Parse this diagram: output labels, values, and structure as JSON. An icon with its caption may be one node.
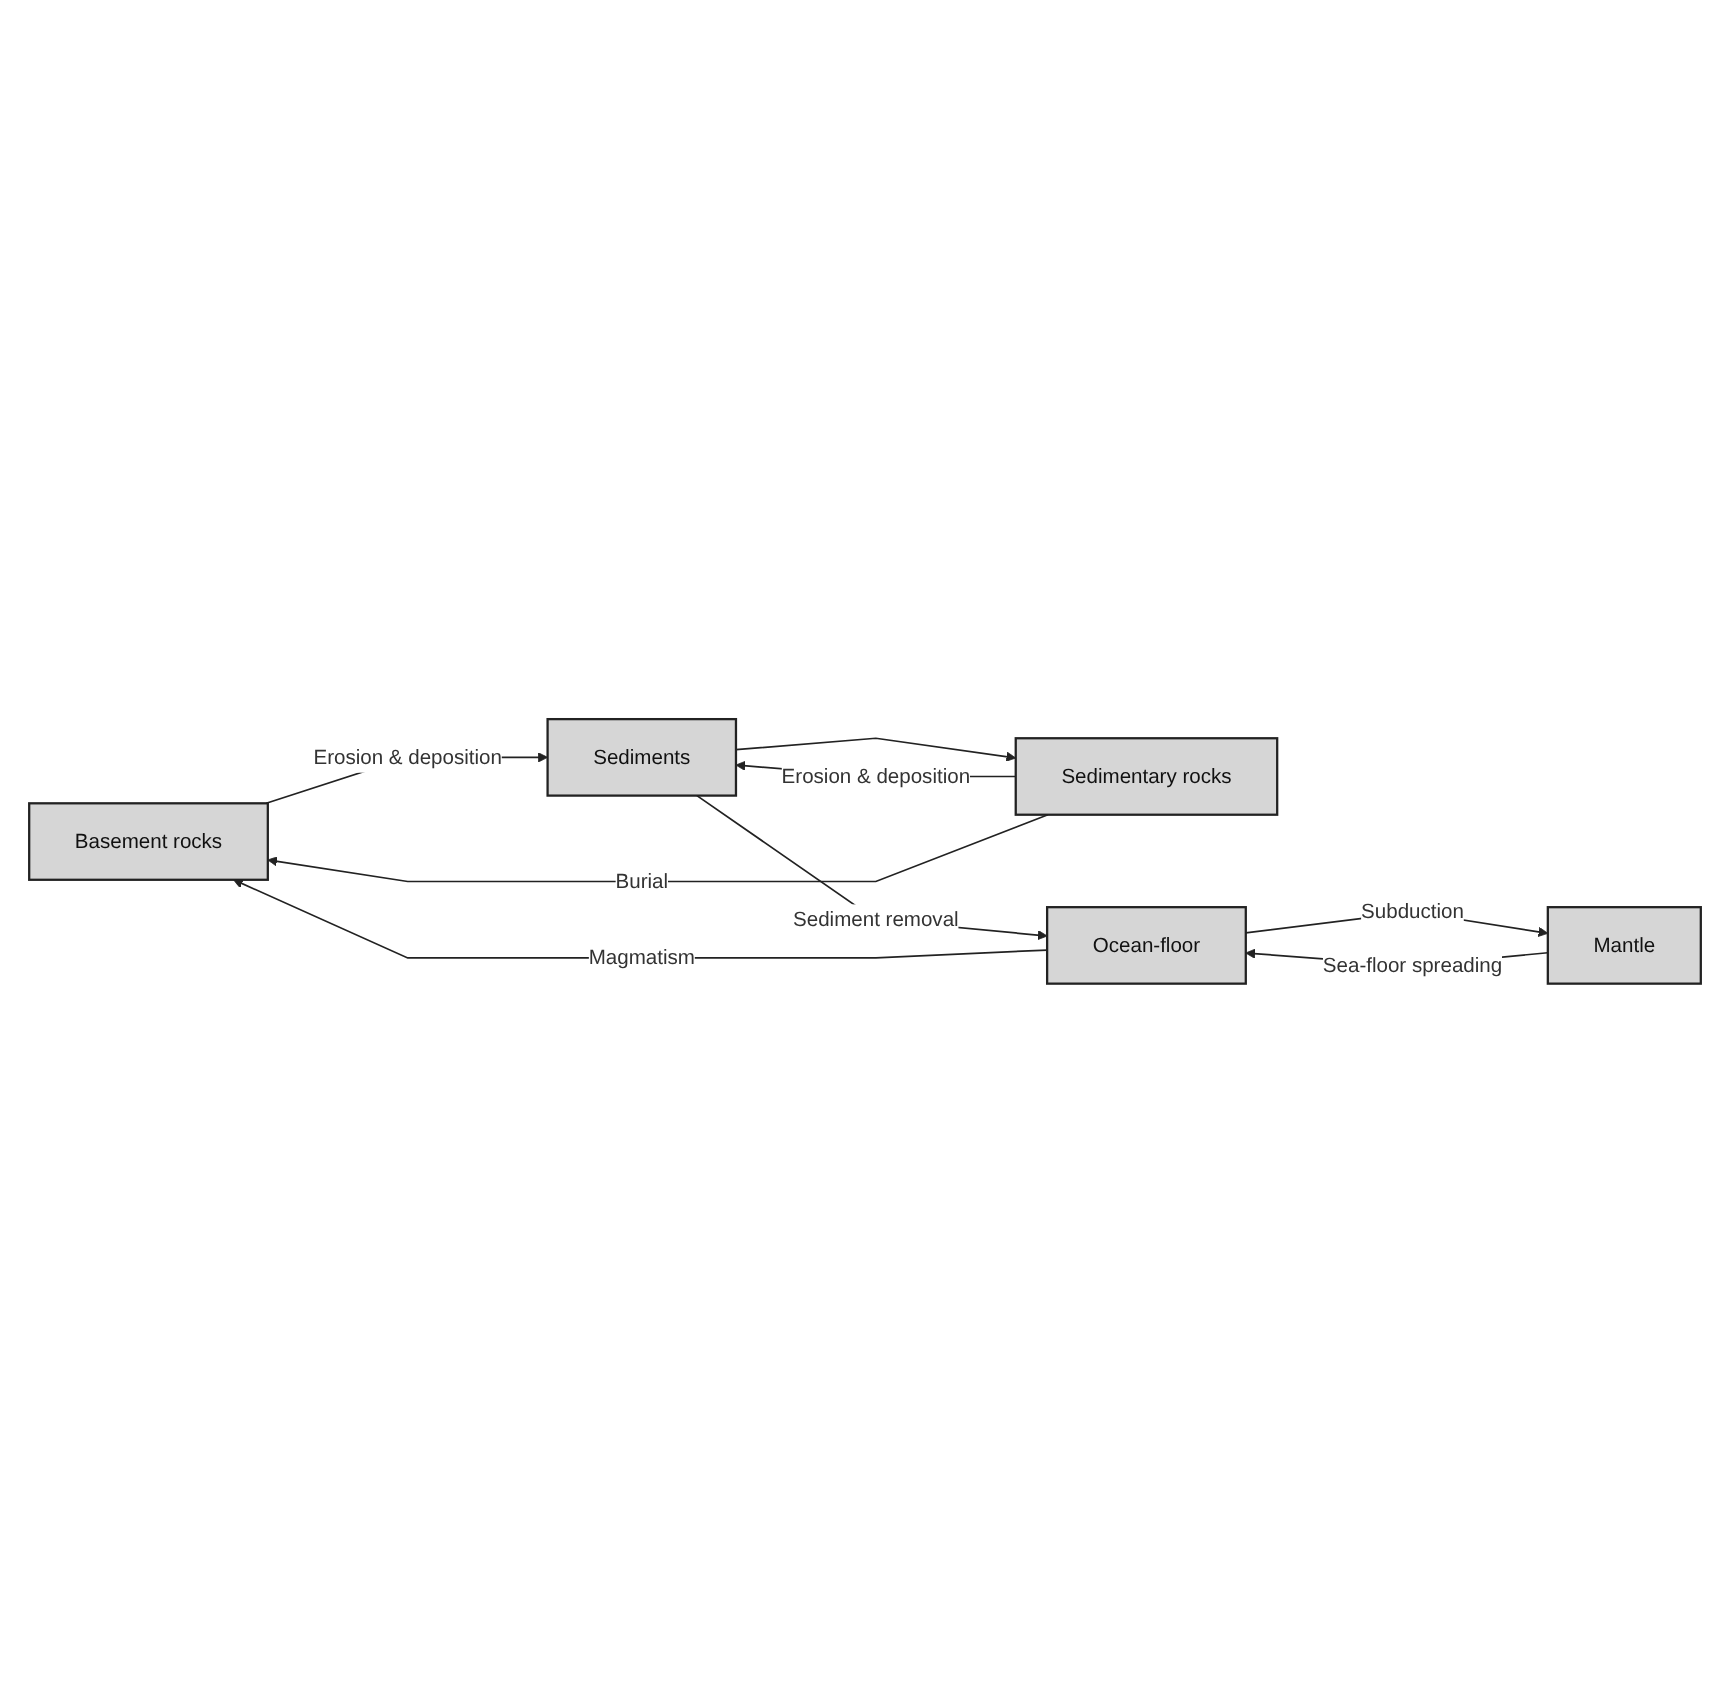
{
  "diagram": {
    "nodes": [
      {
        "text": [
          "Basement rocks"
        ]
      },
      {
        "text": [
          "Sediments"
        ]
      },
      {
        "text": [
          "Sedimentary rocks"
        ]
      },
      {
        "text": [
          "Ocean-floor"
        ]
      },
      {
        "text": [
          "Mantle"
        ]
      }
    ],
    "edges": [
      {
        "from": 0,
        "to": 1,
        "arrow": "to",
        "label": "Erosion & deposition"
      },
      {
        "from": 2,
        "to": 1,
        "arrow": "to",
        "label": "Erosion & deposition"
      },
      {
        "from": 2,
        "to": 0,
        "arrow": "to",
        "label": "Burial"
      },
      {
        "from": 1,
        "to": 2,
        "arrow": "to"
      },
      {
        "from": 1,
        "to": 3,
        "arrow": "to",
        "label": "Sediment removal"
      },
      {
        "from": 3,
        "to": 0,
        "arrow": "to",
        "label": "Magmatism"
      },
      {
        "from": 3,
        "to": 4,
        "arrow": "to",
        "label": "Subduction"
      },
      {
        "from": 4,
        "to": 3,
        "arrow": "to",
        "label": "Sea-floor spreading"
      }
    ]
  }
}
